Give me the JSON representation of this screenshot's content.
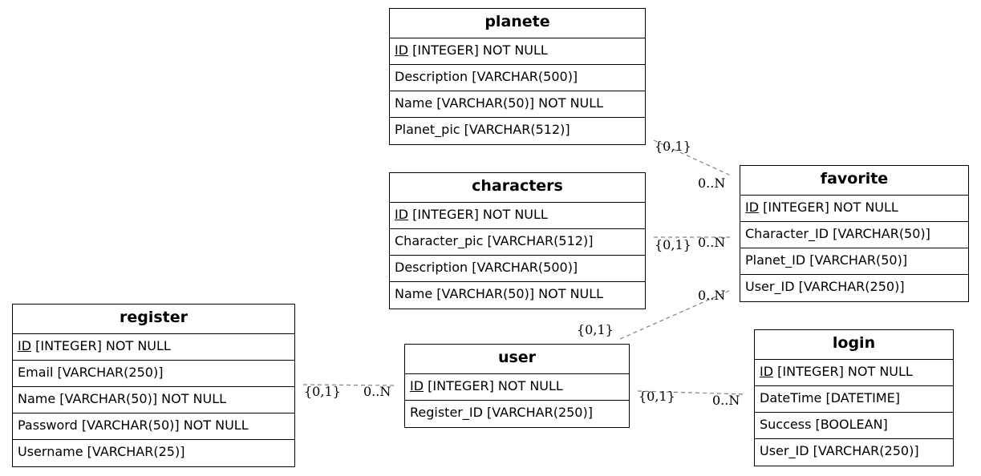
{
  "entities": {
    "planete": {
      "title": "planete",
      "fields": [
        {
          "key": "ID",
          "rest": " [INTEGER] NOT NULL"
        },
        {
          "key": "",
          "rest": "Description [VARCHAR(500)]"
        },
        {
          "key": "",
          "rest": "Name [VARCHAR(50)] NOT NULL"
        },
        {
          "key": "",
          "rest": "Planet_pic [VARCHAR(512)]"
        }
      ]
    },
    "characters": {
      "title": "characters",
      "fields": [
        {
          "key": "ID",
          "rest": " [INTEGER] NOT NULL"
        },
        {
          "key": "",
          "rest": "Character_pic [VARCHAR(512)]"
        },
        {
          "key": "",
          "rest": "Description [VARCHAR(500)]"
        },
        {
          "key": "",
          "rest": "Name [VARCHAR(50)] NOT NULL"
        }
      ]
    },
    "favorite": {
      "title": "favorite",
      "fields": [
        {
          "key": "ID",
          "rest": " [INTEGER] NOT NULL"
        },
        {
          "key": "",
          "rest": "Character_ID [VARCHAR(50)]"
        },
        {
          "key": "",
          "rest": "Planet_ID [VARCHAR(50)]"
        },
        {
          "key": "",
          "rest": "User_ID [VARCHAR(250)]"
        }
      ]
    },
    "register": {
      "title": "register",
      "fields": [
        {
          "key": "ID",
          "rest": " [INTEGER] NOT NULL"
        },
        {
          "key": "",
          "rest": "Email [VARCHAR(250)]"
        },
        {
          "key": "",
          "rest": "Name [VARCHAR(50)] NOT NULL"
        },
        {
          "key": "",
          "rest": "Password [VARCHAR(50)] NOT NULL"
        },
        {
          "key": "",
          "rest": "Username [VARCHAR(25)]"
        }
      ]
    },
    "user": {
      "title": "user",
      "fields": [
        {
          "key": "ID",
          "rest": " [INTEGER] NOT NULL"
        },
        {
          "key": "",
          "rest": "Register_ID [VARCHAR(250)]"
        }
      ]
    },
    "login": {
      "title": "login",
      "fields": [
        {
          "key": "ID",
          "rest": " [INTEGER] NOT NULL"
        },
        {
          "key": "",
          "rest": "DateTime [DATETIME]"
        },
        {
          "key": "",
          "rest": "Success [BOOLEAN]"
        },
        {
          "key": "",
          "rest": "User_ID [VARCHAR(250)]"
        }
      ]
    }
  },
  "relationships": [
    {
      "from": "planete",
      "to": "favorite",
      "from_card": "{0,1}",
      "to_card": "0..N"
    },
    {
      "from": "characters",
      "to": "favorite",
      "from_card": "{0,1}",
      "to_card": "0..N"
    },
    {
      "from": "user",
      "to": "favorite",
      "from_card": "{0,1}",
      "to_card": "0..N"
    },
    {
      "from": "register",
      "to": "user",
      "from_card": "{0,1}",
      "to_card": "0..N"
    },
    {
      "from": "user",
      "to": "login",
      "from_card": "{0,1}",
      "to_card": "0..N"
    }
  ],
  "colors": {
    "line": "#808080",
    "border": "#000000",
    "background": "#ffffff"
  }
}
